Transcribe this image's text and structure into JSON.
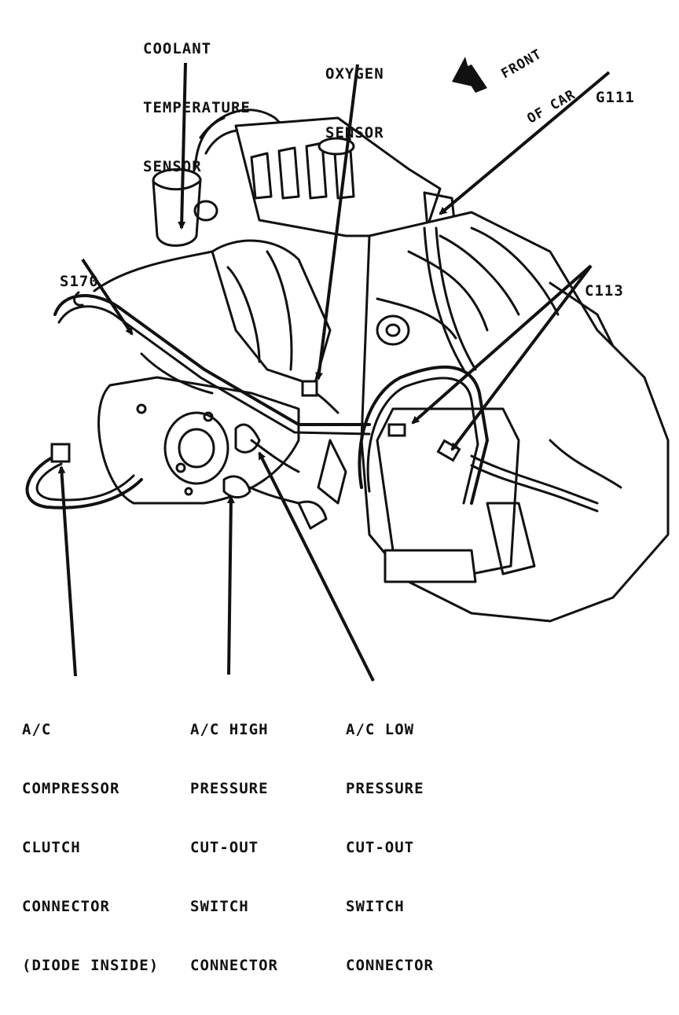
{
  "colors": {
    "ink": "#111111",
    "paper": "#ffffff",
    "shade": "#2a2a2a"
  },
  "labels": {
    "coolant": [
      "COOLANT",
      "TEMPERATURE",
      "SENSOR"
    ],
    "oxygen": [
      "OXYGEN",
      "SENSOR"
    ],
    "front_of_car": [
      "FRONT",
      "OF CAR"
    ],
    "g111": [
      "G111"
    ],
    "s170": [
      "S170"
    ],
    "c113": [
      "C113"
    ],
    "ac_compressor": [
      "A/C",
      "COMPRESSOR",
      "CLUTCH",
      "CONNECTOR",
      "(DIODE INSIDE)"
    ],
    "ac_high": [
      "A/C HIGH",
      "PRESSURE",
      "CUT-OUT",
      "SWITCH",
      "CONNECTOR"
    ],
    "ac_low": [
      "A/C LOW",
      "PRESSURE",
      "CUT-OUT",
      "SWITCH",
      "CONNECTOR"
    ]
  }
}
